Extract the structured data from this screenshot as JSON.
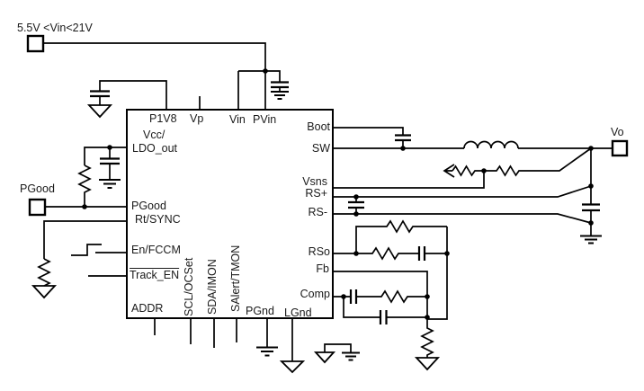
{
  "colors": {
    "line": "#000000",
    "background": "#ffffff",
    "text": "#1a1a1a"
  },
  "labels": {
    "input_range": "5.5V <Vin<21V",
    "pgood_terminal": "PGood",
    "vout_terminal": "Vo"
  },
  "ic": {
    "pins": {
      "p1v8": "P1V8",
      "vp": "Vp",
      "vin": "Vin",
      "pvin": "PVin",
      "vcc_line1": "Vcc/",
      "vcc_line2": "LDO_out",
      "pgood": "PGood",
      "rt_sync": "Rt/SYNC",
      "en_fccm": "En/FCCM",
      "track_en": "Track_EN",
      "addr": "ADDR",
      "scl_ocset": "SCL/OCSet",
      "sda_imon": "SDA/IMON",
      "salert_tmon": "SAlert/TMON",
      "pgnd": "PGnd",
      "lgnd": "LGnd",
      "boot": "Boot",
      "sw": "SW",
      "vsns": "Vsns",
      "rs_plus": "RS+",
      "rs_minus": "RS-",
      "rso": "RSo",
      "fb": "Fb",
      "comp": "Comp"
    }
  }
}
